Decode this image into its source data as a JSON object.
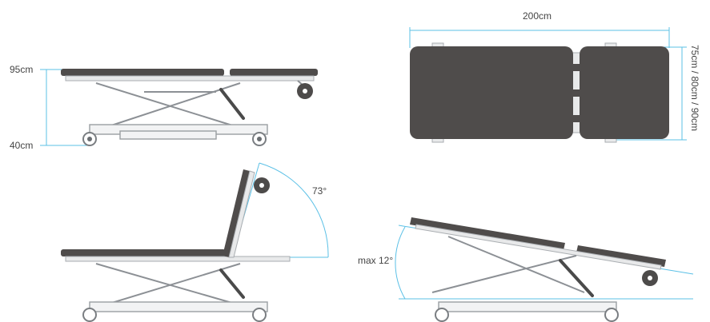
{
  "labels": {
    "max_height": "95cm",
    "min_height": "40cm",
    "length": "200cm",
    "widths": "75cm / 80cm / 90cm",
    "backrest_angle": "73°",
    "tilt_angle": "max 12°"
  },
  "colors": {
    "dimension_line": "#5bc0e6",
    "cushion": "#4f4c4b",
    "frame": "#9a9ea2",
    "label_text": "#444444"
  }
}
